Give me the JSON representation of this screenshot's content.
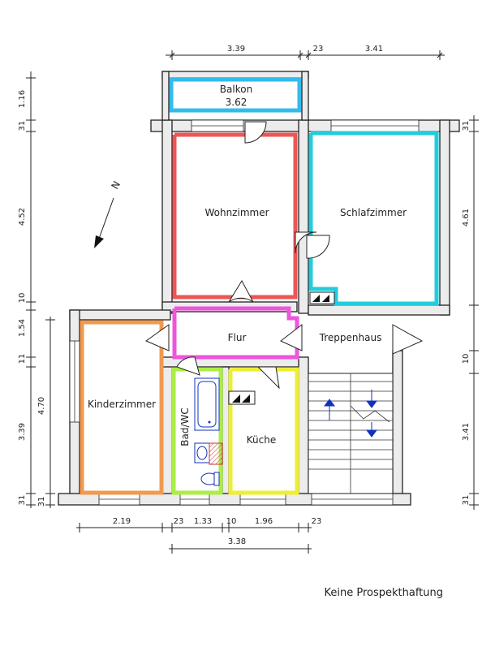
{
  "rooms": {
    "balkon": "Balkon",
    "balkon_area": "3.62",
    "wohnzimmer": "Wohnzimmer",
    "schlafzimmer": "Schlafzimmer",
    "flur": "Flur",
    "treppenhaus": "Treppenhaus",
    "kinderzimmer": "Kinderzimmer",
    "bad": "Bad/WC",
    "kueche": "Küche"
  },
  "compass": {
    "label": "N"
  },
  "dims": {
    "top_left": "3.39",
    "top_mid": "23",
    "top_right": "3.41",
    "left_balkon": "1.16",
    "left_wall_top": "31",
    "left_wohn": "4.52",
    "left_wall_mid": "10",
    "left_flur": "1.54",
    "left_wall_flur": "11",
    "left_lower": "3.39",
    "left_wall_bottom": "31",
    "left2_kinder": "4.70",
    "left2_wall_bottom": "31",
    "right_wall_top": "31",
    "right_schlaf": "4.61",
    "right_wall_mid": "10",
    "right_treppe": "3.41",
    "right_wall_bottom": "31",
    "bottom_kinder": "2.19",
    "bottom_wall1": "23",
    "bottom_bad": "1.33",
    "bottom_wall2": "10",
    "bottom_kueche": "1.96",
    "bottom_wall3": "23",
    "bottom_total": "3.38"
  },
  "note": "Keine Prospekthaftung",
  "colors": {
    "balkon": "#33bbee",
    "wohnzimmer": "#ee5555",
    "schlafzimmer": "#22ccdd",
    "flur": "#ee55dd",
    "kinderzimmer": "#f09a50",
    "bad": "#aaee44",
    "kueche": "#eeee33",
    "stair_arrow": "#1133bb"
  }
}
